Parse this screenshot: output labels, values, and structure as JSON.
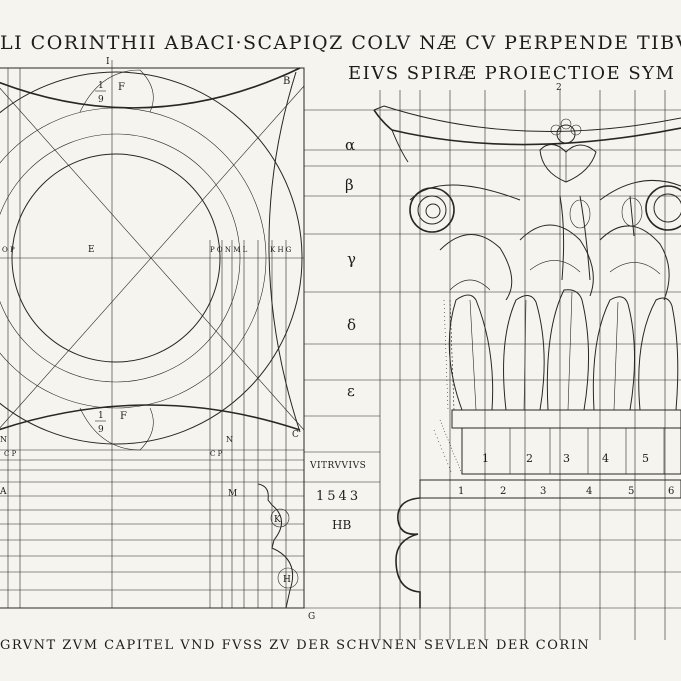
{
  "header": {
    "line1": "LI CORINTHII ABACI·SCAPIQZ COLV NÆ CV PERPENDE TIBVS L",
    "line2": "EIVS SPIRÆ PROIECTIOE SYM"
  },
  "footer": {
    "caption": "GRVNT ZVM CAPITEL VND FVSS ZV DER SCHVNEN SEVLEN DER CORIN"
  },
  "center_inscription": {
    "author": "VITRVVIVS",
    "year": "1543",
    "monogram": "HB"
  },
  "plan_labels": {
    "top_index": "I",
    "b": "B",
    "f_top": "F",
    "fraction_top_num": "1",
    "fraction_top_den": "9",
    "fraction_bot_num": "1",
    "fraction_bot_den": "9",
    "f_bot": "F",
    "e": "E",
    "op": "O P",
    "ponml": "P O N M L",
    "khg": "K H G",
    "n_left": "N",
    "n_right": "N",
    "cp_left": "C P",
    "cp_right": "C P",
    "c_right": "C",
    "a_left": "A",
    "m_right": "M",
    "k": "K",
    "h": "H",
    "g": "G"
  },
  "elevation_labels": {
    "top_index": "2",
    "greek": [
      "α",
      "β",
      "γ",
      "δ",
      "ε"
    ],
    "abacus_numbers": [
      "1",
      "2",
      "3",
      "4",
      "5"
    ],
    "base_numbers": [
      "1",
      "2",
      "3",
      "4",
      "5",
      "6"
    ]
  }
}
